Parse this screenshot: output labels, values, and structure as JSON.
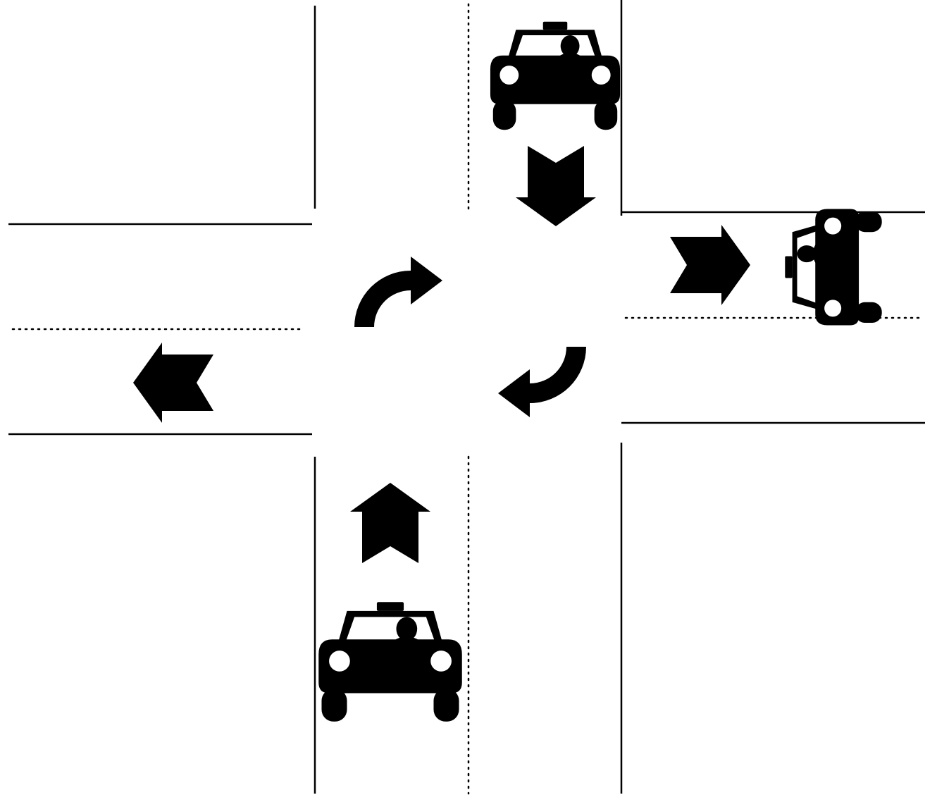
{
  "diagram": {
    "type": "intersection-traffic-diagram",
    "colors": {
      "background": "#ffffff",
      "ink": "#000000",
      "light": "#ffffff"
    },
    "vehicles": [
      {
        "id": "car-top",
        "icon": "taxi-car-icon",
        "facing": "south"
      },
      {
        "id": "car-bottom",
        "icon": "taxi-car-icon",
        "facing": "north"
      },
      {
        "id": "car-right",
        "icon": "taxi-car-icon",
        "facing": "east"
      }
    ],
    "arrows": [
      {
        "id": "arrow-down",
        "icon": "chevron-arrow-down-icon"
      },
      {
        "id": "arrow-right",
        "icon": "chevron-arrow-right-icon"
      },
      {
        "id": "arrow-left",
        "icon": "chevron-arrow-left-icon"
      },
      {
        "id": "arrow-up",
        "icon": "chevron-arrow-up-icon"
      },
      {
        "id": "turn-top-left",
        "icon": "curved-arrow-right-turn-icon"
      },
      {
        "id": "turn-bottom-right",
        "icon": "curved-arrow-left-turn-icon"
      }
    ]
  }
}
